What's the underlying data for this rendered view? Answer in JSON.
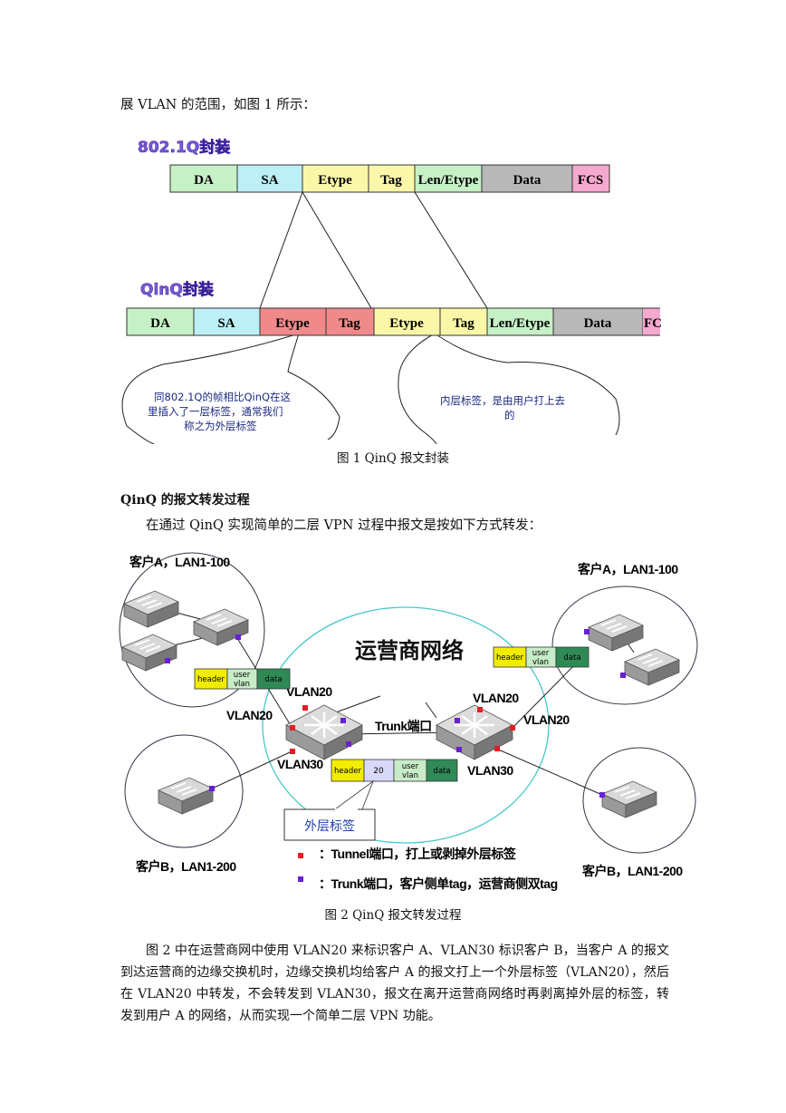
{
  "intro_line": "展 VLAN 的范围，如图 1 所示：",
  "figure1": {
    "dot1q_title": "802.1Q封装",
    "dot1q_fields": [
      "DA",
      "SA",
      "Etype",
      "Tag",
      "Len/Etype",
      "Data",
      "FCS"
    ],
    "qinq_title": "QinQ封装",
    "qinq_fields": [
      "DA",
      "SA",
      "Etype",
      "Tag",
      "Etype",
      "Tag",
      "Len/Etype",
      "Data",
      "FC"
    ],
    "callout_left": [
      "同802.1Q的帧相比QinQ在这",
      "里插入了一层标签，通常我们",
      "称之为外层标签"
    ],
    "callout_right": [
      "内层标签，是由用户打上去",
      "的"
    ],
    "caption": "图 1 QinQ 报文封装"
  },
  "section_heading": "QinQ 的报文转发过程",
  "section_intro": "在通过 QinQ 实现简单的二层 VPN 过程中报文是按如下方式转发：",
  "figure2": {
    "customer_a_left": "客户A，LAN1-100",
    "customer_a_right": "客户A，LAN1-100",
    "customer_b_left": "客户B，LAN1-200",
    "customer_b_right": "客户B，LAN1-200",
    "provider_network": "运营商网络",
    "vlan20": "VLAN20",
    "vlan30": "VLAN30",
    "trunk_port": "Trunk端口",
    "pkt_header": "header",
    "pkt_user_vlan_1": "user",
    "pkt_user_vlan_2": "vlan",
    "pkt_data": "data",
    "pkt_outer_tag": "20",
    "outer_tag_label": "外层标签",
    "legend_tunnel": "：Tunnel端口，打上或剥掉外层标签",
    "legend_trunk": "：Trunk端口，客户侧单tag，运营商侧双tag",
    "colors": {
      "tunnel_port": "#e02020",
      "trunk_port": "#6a1fd0"
    },
    "caption": "图 2 QinQ 报文转发过程"
  },
  "conclusion": "图 2 中在运营商网中使用 VLAN20 来标识客户 A、VLAN30 标识客户 B，当客户 A 的报文到达运营商的边缘交换机时，边缘交换机均给客户 A 的报文打上一个外层标签（VLAN20），然后在 VLAN20 中转发，不会转发到 VLAN30，报文在离开运营商网络时再剥离掉外层的标签，转发到用户 A 的网络，从而实现一个简单二层 VPN 功能。"
}
